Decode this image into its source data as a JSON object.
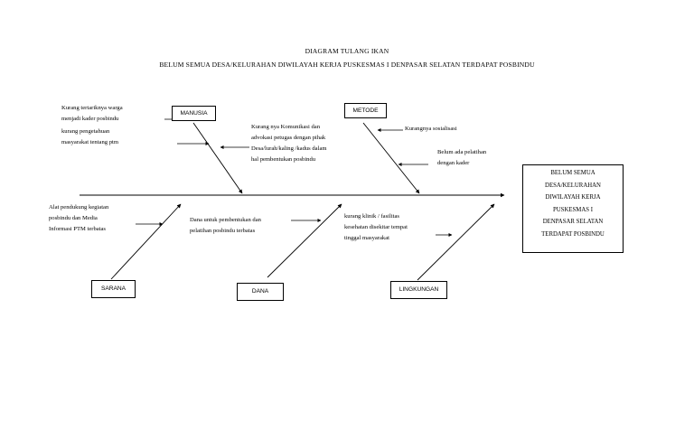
{
  "title": {
    "line1": "DIAGRAM TULANG IKAN",
    "line2": "BELUM SEMUA DESA/KELURAHAN DIWILAYAH KERJA PUSKESMAS I DENPASAR SELATAN TERDAPAT POSBINDU"
  },
  "effect": {
    "lines": [
      "BELUM SEMUA",
      "DESA/KELURAHAN",
      "DIWILAYAH KERJA",
      "PUSKESMAS I",
      "DENPASAR SELATAN",
      "TERDAPAT POSBINDU"
    ]
  },
  "categories": {
    "manusia": "MANUSIA",
    "metode": "METODE",
    "sarana": "SARANA",
    "dana": "DANA",
    "lingkungan": "LINGKUNGAN"
  },
  "causes": {
    "manusia_1": [
      "Kurang tertariknya warga",
      "menjadi kader posbindu"
    ],
    "manusia_2": [
      "kurang pengetahuan",
      "masyarakat tentang ptm"
    ],
    "manusia_3": [
      "Kurang nya Komunikasi dan",
      "advokasi petugas dengan pihak",
      "Desa/lurah/kaling /kadus dalam",
      "hal pembentukan posbindu"
    ],
    "metode_1": "Kurangnya sosialisasi",
    "metode_2": [
      "Belum ada pelatihan",
      "dengan kader"
    ],
    "sarana_1": [
      "Alat pendukung kegiatan",
      "posbindu dan Media",
      "Informasi PTM terbatas"
    ],
    "dana_1": [
      "Dana untuk pembentukan dan",
      "pelatihan posbindu terbatas"
    ],
    "lingkungan_1": [
      "kurang klinik / fasilitas",
      "kesehatan disekitar tempat",
      "tinggal masyarakat"
    ]
  }
}
